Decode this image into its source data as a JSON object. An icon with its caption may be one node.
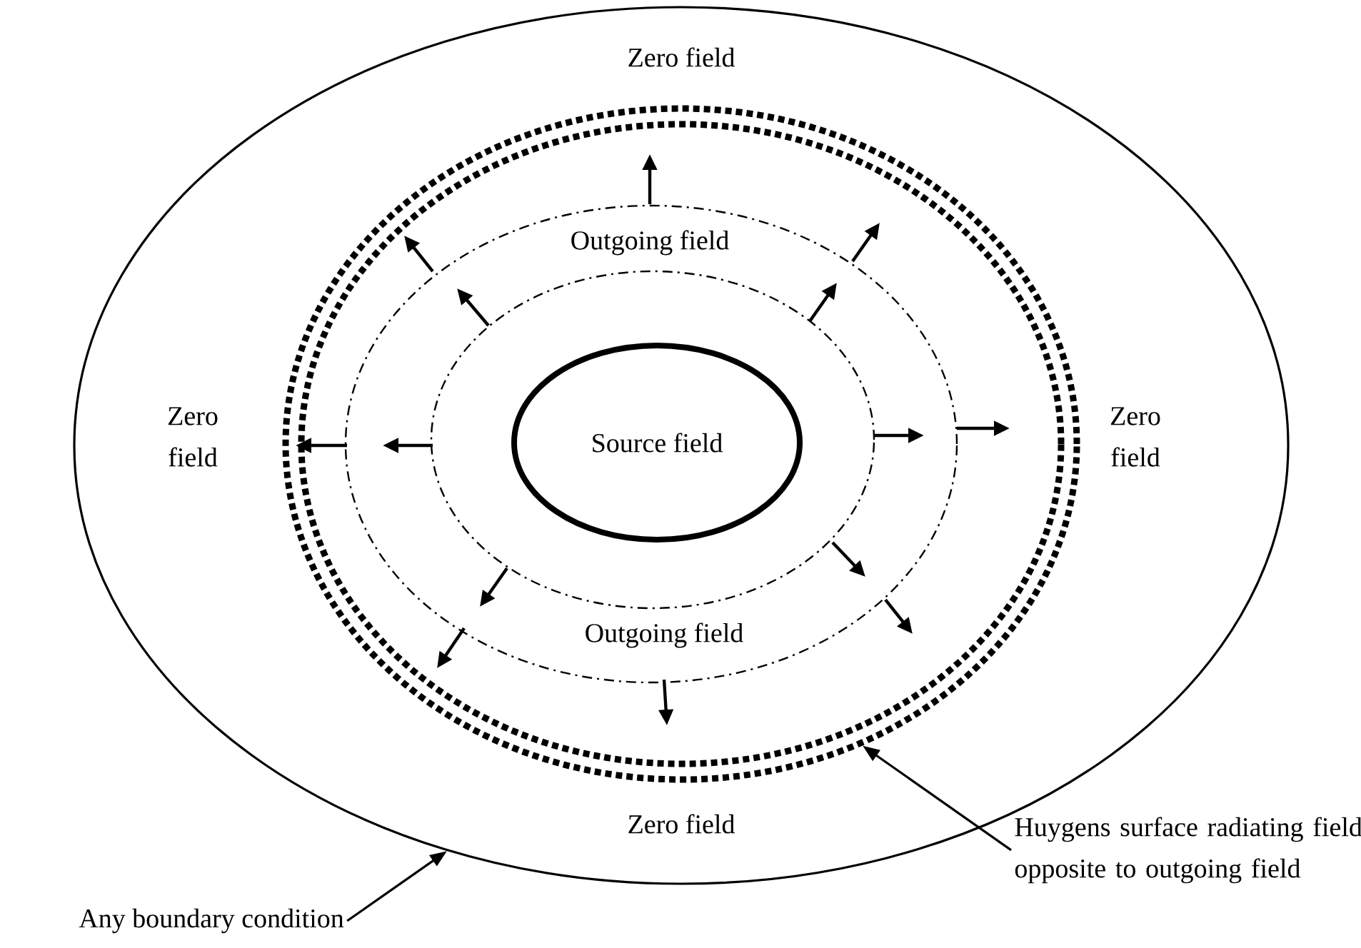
{
  "diagram": {
    "nodes": [
      {
        "text": [],
        "shape": "ellipse"
      },
      {
        "text": [],
        "shape": "ellipse",
        "in": 0
      },
      {
        "text": [],
        "shape": "ellipse",
        "in": 1
      },
      {
        "text": [],
        "shape": "ellipse",
        "in": 2
      },
      {
        "text": [
          "Source field"
        ],
        "in": 3
      },
      {
        "text": [
          "Any boundary condition"
        ]
      },
      {
        "text": [
          "Huygens surface radiating field opposite to outgoing field"
        ]
      }
    ],
    "edges": [
      {
        "from": 5,
        "to": 0,
        "arrow": "to"
      },
      {
        "from": 6,
        "to": 1,
        "arrow": "to"
      }
    ],
    "labels": [
      "Zero field",
      "Outgoing field",
      "Zero field",
      "Zero field",
      "Outgoing field",
      "Zero field"
    ]
  }
}
